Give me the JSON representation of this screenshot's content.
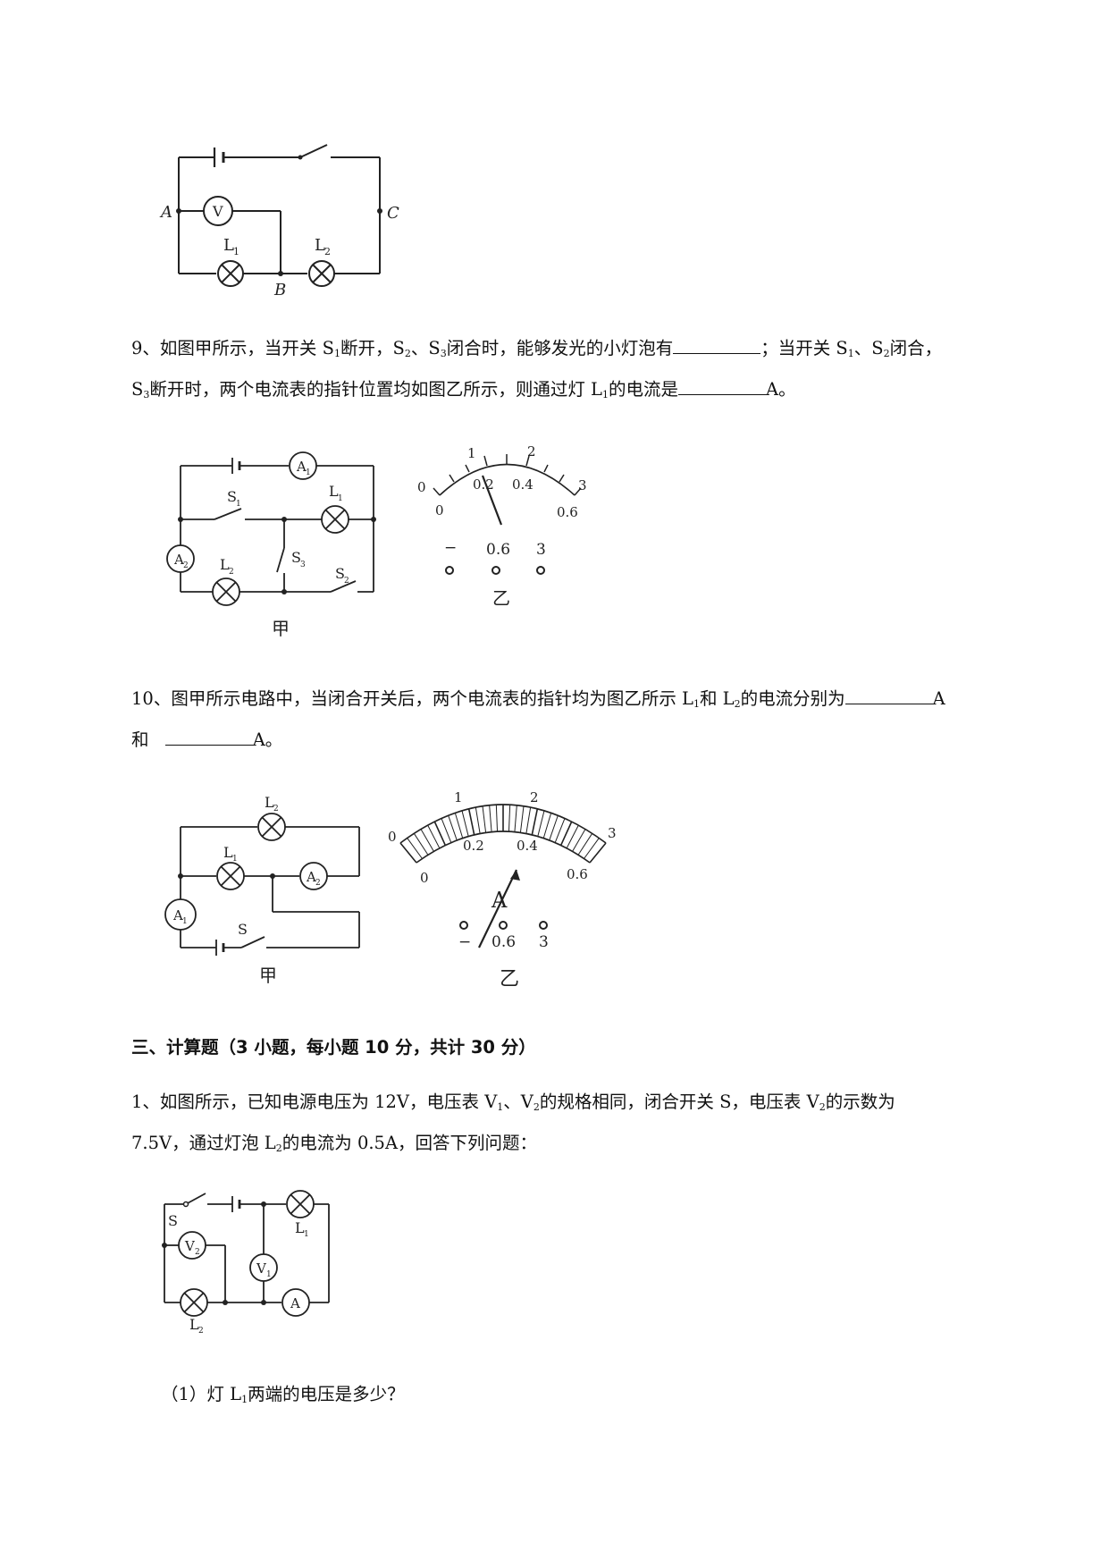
{
  "fig8": {
    "label_a": "A",
    "label_b": "B",
    "label_c": "C",
    "voltmeter": "V",
    "l1": "L",
    "l1_sub": "1",
    "l2": "L",
    "l2_sub": "2"
  },
  "q9": {
    "number": "9、",
    "t1": "如图甲所示，当开关 S",
    "s1": "1",
    "t2": "断开，S",
    "s2": "2",
    "t3": "、S",
    "s3": "3",
    "t4": "闭合时，能够发光的小灯泡有",
    "t5": "；当开关 S",
    "s4": "1",
    "t6": "、S",
    "s5": "2",
    "t7": "闭合，",
    "t8": "S",
    "s6": "3",
    "t9": "断开时，两个电流表的指针位置均如图乙所示，则通过灯 L",
    "s7": "1",
    "t10": "的电流是",
    "t11": "A。",
    "fig_jia": "甲",
    "fig_yi": "乙",
    "circuit": {
      "a1": "A",
      "a1_sub": "1",
      "a2": "A",
      "a2_sub": "2",
      "l1": "L",
      "l1_sub": "1",
      "l2": "L",
      "l2_sub": "2",
      "s1": "S",
      "s1_sub": "1",
      "s2": "S",
      "s2_sub": "2",
      "s3": "S",
      "s3_sub": "3"
    },
    "meter": {
      "tick_0": "0",
      "tick_1": "1",
      "tick_2": "2",
      "tick_3": "3",
      "tick_02": "0.2",
      "tick_04": "0.4",
      "tick_06": "0.6",
      "tick_0b": "0",
      "term_minus": "−",
      "term_06": "0.6",
      "term_3": "3"
    }
  },
  "q10": {
    "t1": "10、图甲所示电路中，当闭合开关后，两个电流表的指针均为图乙所示 L",
    "s1": "1",
    "t2": "和 L",
    "s2": "2",
    "t3": "的电流分别为",
    "t4": "A",
    "t5": "和 ",
    "t6": "A。",
    "fig_jia": "甲",
    "fig_yi": "乙",
    "circuit": {
      "l1": "L",
      "l1_sub": "1",
      "l2": "L",
      "l2_sub": "2",
      "a1": "A",
      "a1_sub": "1",
      "a2": "A",
      "a2_sub": "2",
      "s": "S"
    },
    "meter": {
      "tick_0": "0",
      "tick_1": "1",
      "tick_2": "2",
      "tick_3": "3",
      "tick_02": "0.2",
      "tick_04": "0.4",
      "tick_06": "0.6",
      "tick_0b": "0",
      "unit": "A",
      "term_minus": "−",
      "term_06": "0.6",
      "term_3": "3"
    }
  },
  "section3": {
    "heading": "三、计算题（3 小题，每小题 10 分，共计 30 分）"
  },
  "c1": {
    "t1": "1、如图所示，已知电源电压为 12V，电压表 V",
    "s1": "1",
    "t2": "、V",
    "s2": "2",
    "t3": "的规格相同，闭合开关 S，电压表 V",
    "s3": "2",
    "t4": "的示数为",
    "t5": "7.5V，通过灯泡 L",
    "s4": "2",
    "t6": "的电流为 0.5A，回答下列问题：",
    "circuit": {
      "s": "S",
      "v1": "V",
      "v1_sub": "1",
      "v2": "V",
      "v2_sub": "2",
      "l1": "L",
      "l1_sub": "1",
      "l2": "L",
      "l2_sub": "2",
      "a": "A"
    },
    "sub1_a": "（1）灯 L",
    "sub1_s": "1",
    "sub1_b": "两端的电压是多少？"
  }
}
